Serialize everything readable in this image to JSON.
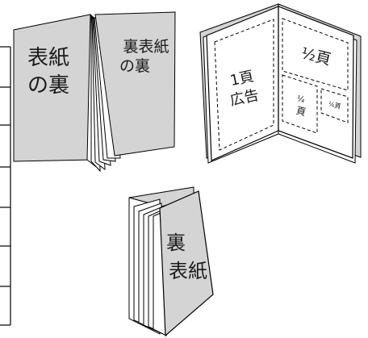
{
  "booklet_open_covers": {
    "inside_front_cover": [
      "表紙",
      "の裏"
    ],
    "inside_back_cover": [
      "裏表紙",
      "の裏"
    ]
  },
  "booklet_ad_spread": {
    "full_page_ad": [
      "1頁",
      "広告"
    ],
    "half_page_ad": "½頁",
    "quarter_page_ad": [
      "¼",
      "頁"
    ],
    "sixth_page_ad": "⅙頁"
  },
  "booklet_back": {
    "back_cover": [
      "裏",
      "表紙"
    ]
  },
  "colors": {
    "cover_fill": "#d4d4d4",
    "page_fill": "#ffffff",
    "stroke": "#000000"
  }
}
